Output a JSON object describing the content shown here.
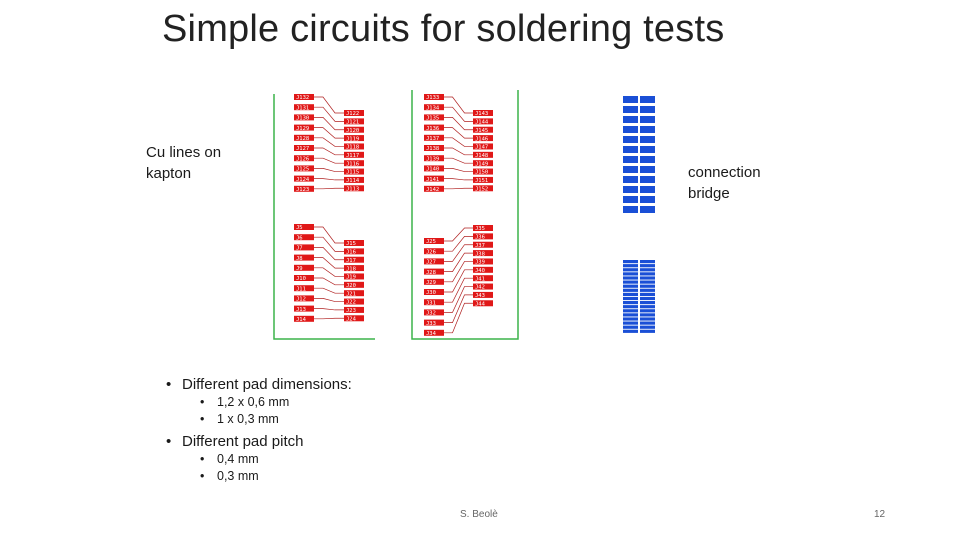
{
  "slide": {
    "title": "Simple circuits for soldering tests",
    "caption_left": "Cu lines on kapton",
    "caption_right": "connection bridge",
    "bullets": [
      {
        "text": "Different pad dimensions:",
        "sub": [
          "1,2 x 0,6 mm",
          "1 x 0,3 mm"
        ]
      },
      {
        "text": "Different pad pitch",
        "sub": [
          "0,4 mm",
          "0,3 mm"
        ]
      }
    ],
    "footer_author": "S. Beolè",
    "page_number": "12"
  },
  "drawing": {
    "colors": {
      "pad": "#e01818",
      "trace": "#b02020",
      "outline": "#3cb44a",
      "bridge": "#1a4fd6"
    },
    "block_a": {
      "left": [
        "J132",
        "J131",
        "J130",
        "J129",
        "J128",
        "J127",
        "J126",
        "J125",
        "J124",
        "J123"
      ],
      "right": [
        "J122",
        "J121",
        "J120",
        "J119",
        "J118",
        "J117",
        "J116",
        "J115",
        "J114",
        "J113"
      ]
    },
    "block_b": {
      "left": [
        "J133",
        "J134",
        "J135",
        "J136",
        "J137",
        "J138",
        "J139",
        "J140",
        "J141",
        "J142"
      ],
      "right": [
        "J143",
        "J144",
        "J145",
        "J146",
        "J147",
        "J148",
        "J149",
        "J150",
        "J151",
        "J152"
      ]
    },
    "block_c": {
      "left": [
        "J5",
        "J6",
        "J7",
        "J8",
        "J9",
        "J10",
        "J11",
        "J12",
        "J13",
        "J14"
      ],
      "right": [
        "J15",
        "J16",
        "J17",
        "J18",
        "J19",
        "J20",
        "J21",
        "J22",
        "J23",
        "J24"
      ]
    },
    "block_d": {
      "left": [
        "J25",
        "J26",
        "J27",
        "J28",
        "J29",
        "J30",
        "J31",
        "J32",
        "J33",
        "J34"
      ],
      "right": [
        "J35",
        "J36",
        "J37",
        "J38",
        "J39",
        "J40",
        "J41",
        "J42",
        "J43",
        "J44"
      ]
    }
  }
}
